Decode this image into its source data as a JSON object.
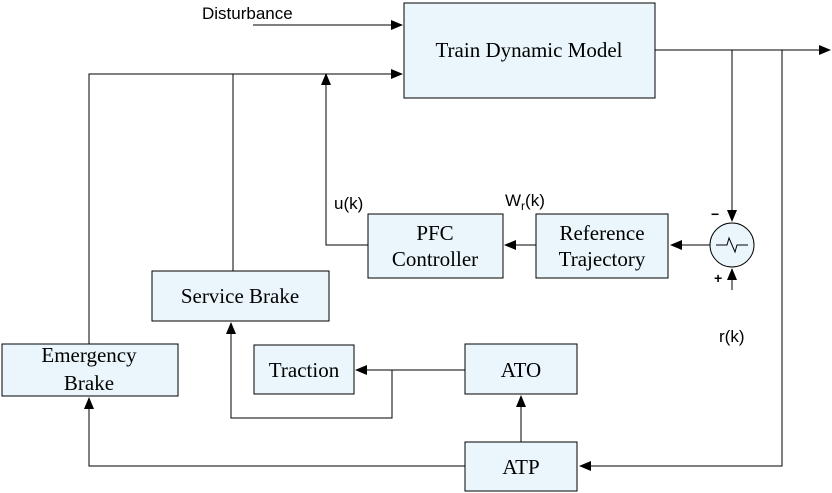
{
  "blocks": {
    "train_dynamic_model": "Train Dynamic Model",
    "pfc_controller": [
      "PFC",
      "Controller"
    ],
    "reference_trajectory": [
      "Reference",
      "Trajectory"
    ],
    "service_brake": "Service Brake",
    "emergency_brake": [
      "Emergency",
      "Brake"
    ],
    "traction": "Traction",
    "ato": "ATO",
    "atp": "ATP"
  },
  "signals": {
    "disturbance": "Disturbance",
    "u_k": "u(k)",
    "w_r_base": "W",
    "w_r_sub": "r",
    "w_r_suffix": "(k)",
    "r_k": "r(k)",
    "minus_sign": "−",
    "plus_sign": "+"
  },
  "colors": {
    "block_fill": "#eaf6fc",
    "stroke": "#000000"
  }
}
